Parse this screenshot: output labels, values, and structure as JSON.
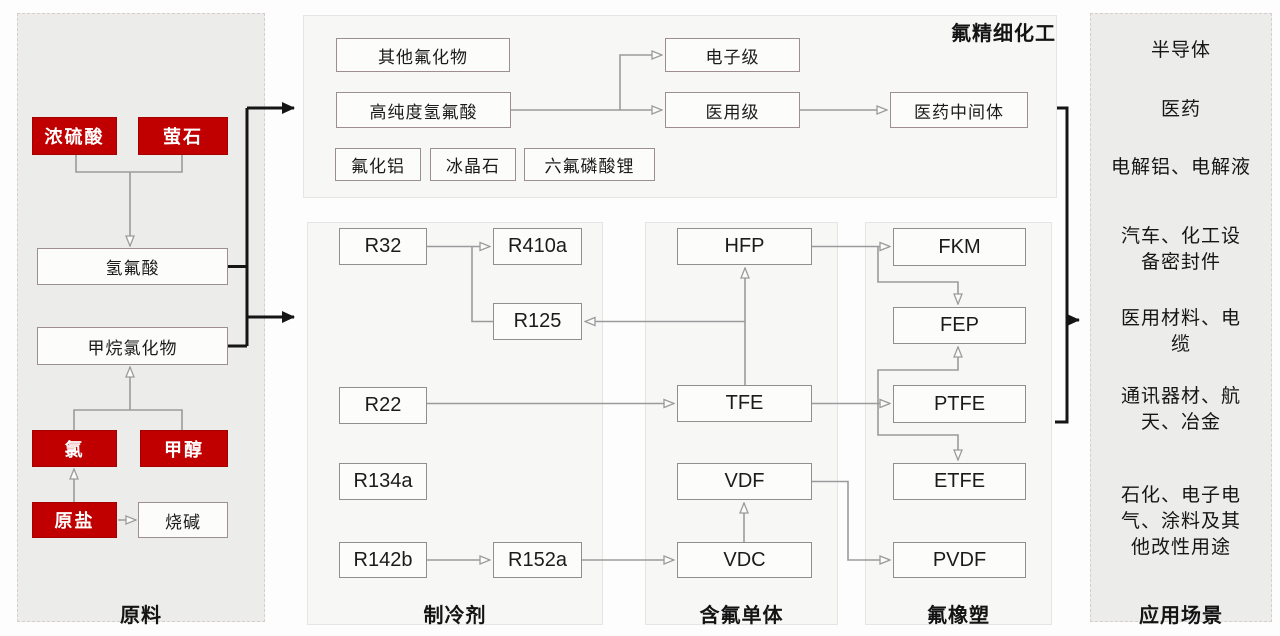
{
  "colors": {
    "accent_red": "#c00000",
    "panel_gray": "#ececeb",
    "wire_gray": "#9b9b9b",
    "wire_black": "#151515"
  },
  "left_panel": {
    "label": "原料",
    "nodes": {
      "sulfuric_acid": "浓硫酸",
      "fluorite": "萤石",
      "hydrofluoric_acid": "氢氟酸",
      "methane_chlorides": "甲烷氯化物",
      "chlorine": "氯",
      "methanol": "甲醇",
      "raw_salt": "原盐",
      "caustic_soda": "烧碱"
    }
  },
  "fine_chem_panel": {
    "label": "氟精细化工",
    "nodes": {
      "other_fluorides": "其他氟化物",
      "high_purity_hf": "高纯度氢氟酸",
      "aluminum_fluoride": "氟化铝",
      "cryolite": "冰晶石",
      "lipf6": "六氟磷酸锂",
      "electronic_grade": "电子级",
      "medical_grade": "医用级",
      "pharma_intermediates": "医药中间体"
    }
  },
  "refrigerant_panel": {
    "label": "制冷剂",
    "nodes": {
      "r32": "R32",
      "r410a": "R410a",
      "r125": "R125",
      "r22": "R22",
      "r134a": "R134a",
      "r142b": "R142b",
      "r152a": "R152a"
    }
  },
  "monomer_panel": {
    "label": "含氟单体",
    "nodes": {
      "hfp": "HFP",
      "tfe": "TFE",
      "vdf": "VDF",
      "vdc": "VDC"
    }
  },
  "fluoropolymer_panel": {
    "label": "氟橡塑",
    "nodes": {
      "fkm": "FKM",
      "fep": "FEP",
      "ptfe": "PTFE",
      "etfe": "ETFE",
      "pvdf": "PVDF"
    }
  },
  "applications_panel": {
    "label": "应用场景",
    "items": [
      "半导体",
      "医药",
      "电解铝、电解液",
      "汽车、化工设\n备密封件",
      "医用材料、电\n缆",
      "通讯器材、航\n天、冶金",
      "石化、电子电\n气、涂料及其\n他改性用途"
    ]
  }
}
